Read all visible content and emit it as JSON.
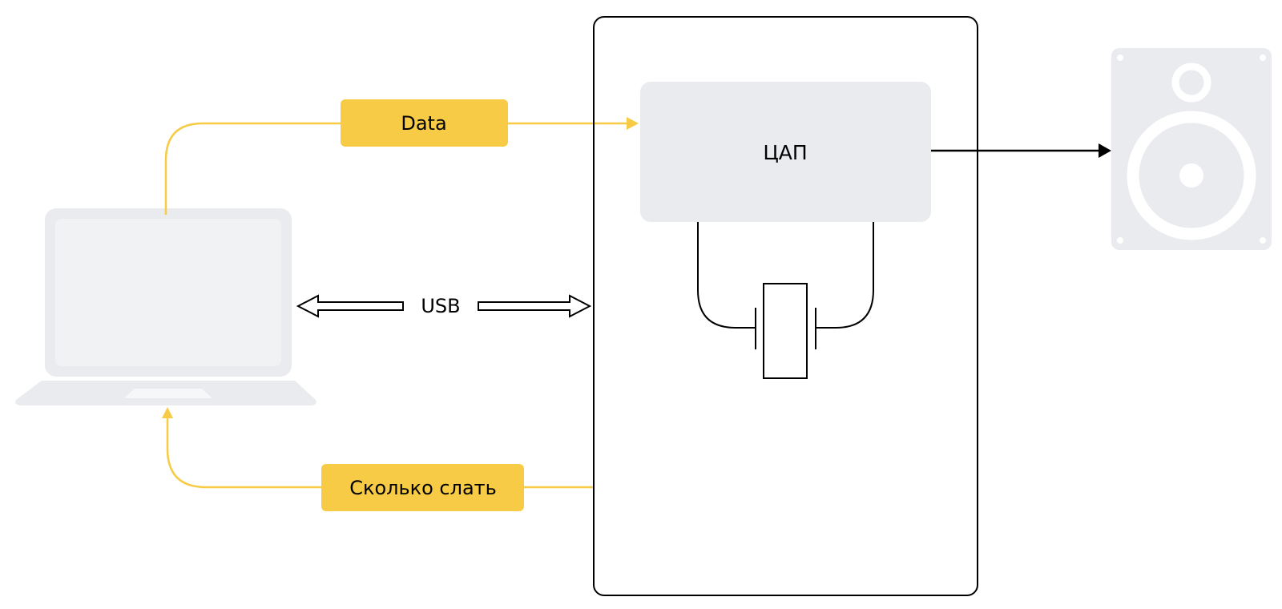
{
  "diagram": {
    "labels": {
      "data": "Data",
      "usb": "USB",
      "dac": "ЦАП",
      "how_much": "Сколько слать"
    },
    "colors": {
      "signal": "#F7CB45",
      "device_fill": "#E9EBEE",
      "line": "#000000",
      "background": "#FFFFFF"
    },
    "nodes": {
      "computer": "laptop-icon",
      "device": "usb-device",
      "converter": "ЦАП",
      "clock": "crystal-oscillator-icon",
      "output": "speaker-icon"
    }
  }
}
